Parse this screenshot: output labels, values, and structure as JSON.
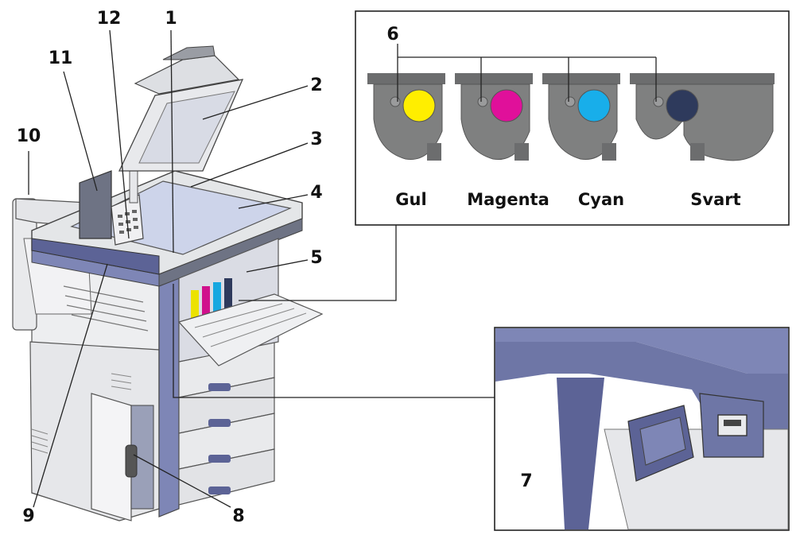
{
  "callouts": [
    {
      "id": "1",
      "label": "1"
    },
    {
      "id": "2",
      "label": "2"
    },
    {
      "id": "3",
      "label": "3"
    },
    {
      "id": "4",
      "label": "4"
    },
    {
      "id": "5",
      "label": "5"
    },
    {
      "id": "6",
      "label": "6"
    },
    {
      "id": "7",
      "label": "7"
    },
    {
      "id": "8",
      "label": "8"
    },
    {
      "id": "9",
      "label": "9"
    },
    {
      "id": "10",
      "label": "10"
    },
    {
      "id": "11",
      "label": "11"
    },
    {
      "id": "12",
      "label": "12"
    }
  ],
  "cartridges": [
    {
      "name": "Gul",
      "color": "#FFEE00"
    },
    {
      "name": "Magenta",
      "color": "#E0109A"
    },
    {
      "name": "Cyan",
      "color": "#18AEEA"
    },
    {
      "name": "Svart",
      "color": "#2E3A5C"
    }
  ],
  "colors": {
    "body_gray": "#E4E6E8",
    "body_dark": "#6E7384",
    "accent_blue": "#7E86B6",
    "deep_blue": "#5C6396",
    "cartridge_gray": "#7F8080",
    "line": "#222222"
  }
}
